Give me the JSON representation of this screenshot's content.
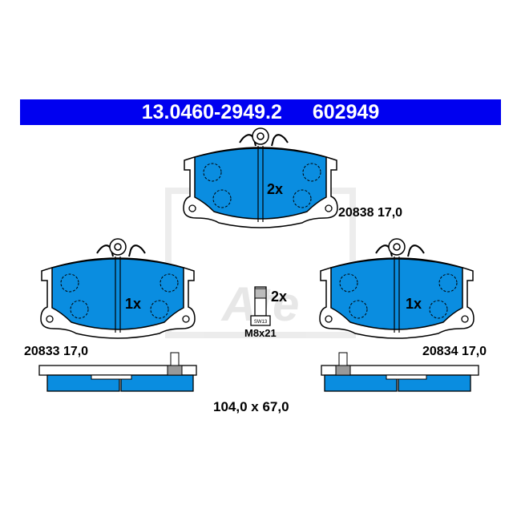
{
  "header": {
    "part_number": "13.0460-2949.2",
    "short_number": "602949"
  },
  "pads": {
    "top": {
      "qty": "2x",
      "ref": "20838 17,0"
    },
    "left": {
      "qty": "1x",
      "ref": "20833 17,0"
    },
    "right": {
      "qty": "1x",
      "ref": "20834 17,0"
    }
  },
  "bolt": {
    "qty": "2x",
    "size": "M8x21",
    "head": "SW13"
  },
  "dimensions": "104,0 x 67,0",
  "watermark": "Ate",
  "colors": {
    "header": "#0000f0",
    "friction": "#0a8de0"
  }
}
